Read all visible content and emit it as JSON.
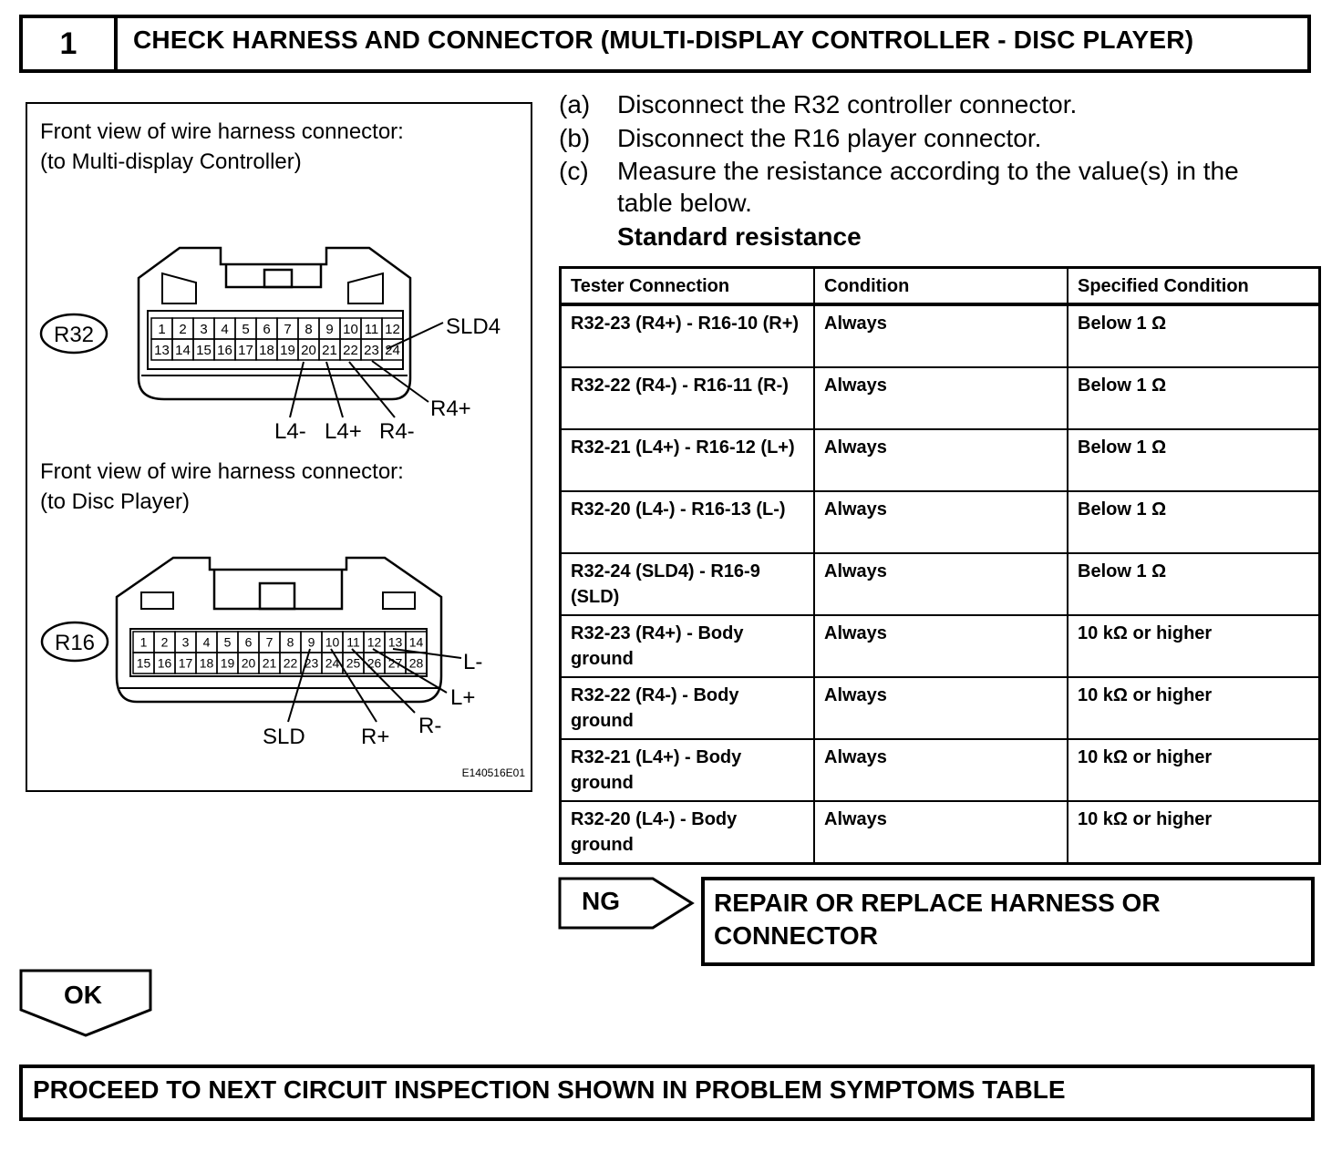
{
  "header": {
    "step_number": "1",
    "title": "CHECK HARNESS AND CONNECTOR (MULTI-DISPLAY CONTROLLER - DISC PLAYER)"
  },
  "figure": {
    "caption1_line1": "Front view of wire harness connector:",
    "caption1_line2": "(to Multi-display Controller)",
    "caption2_line1": "Front view of wire harness connector:",
    "caption2_line2": "(to Disc Player)",
    "connector1": {
      "id": "R32",
      "top_pins": [
        "1",
        "2",
        "3",
        "4",
        "5",
        "6",
        "7",
        "8",
        "9",
        "10",
        "11",
        "12"
      ],
      "bottom_pins": [
        "13",
        "14",
        "15",
        "16",
        "17",
        "18",
        "19",
        "20",
        "21",
        "22",
        "23",
        "24"
      ],
      "labels": {
        "sld4": "SLD4",
        "r4p": "R4+",
        "l4m": "L4-",
        "l4p": "L4+",
        "r4m": "R4-"
      }
    },
    "connector2": {
      "id": "R16",
      "top_pins": [
        "1",
        "2",
        "3",
        "4",
        "5",
        "6",
        "7",
        "8",
        "9",
        "10",
        "11",
        "12",
        "13",
        "14"
      ],
      "bottom_pins": [
        "15",
        "16",
        "17",
        "18",
        "19",
        "20",
        "21",
        "22",
        "23",
        "24",
        "25",
        "26",
        "27",
        "28"
      ],
      "labels": {
        "lm": "L-",
        "lp": "L+",
        "sld": "SLD",
        "rp": "R+",
        "rm": "R-"
      }
    },
    "figure_code": "E140516E01"
  },
  "instructions": [
    {
      "letter": "(a)",
      "text": "Disconnect the R32 controller connector."
    },
    {
      "letter": "(b)",
      "text": "Disconnect the R16 player connector."
    },
    {
      "letter": "(c)",
      "text_line1": "Measure the resistance according to the value(s) in the",
      "text_line2": "table below."
    }
  ],
  "standard_label": "Standard resistance",
  "table": {
    "headers": [
      "Tester Connection",
      "Condition",
      "Specified Condition"
    ],
    "rows": [
      [
        "R32-23 (R4+) - R16-10 (R+)",
        "Always",
        "Below 1 Ω"
      ],
      [
        "R32-22 (R4-) - R16-11 (R-)",
        "Always",
        "Below 1 Ω"
      ],
      [
        "R32-21 (L4+) - R16-12 (L+)",
        "Always",
        "Below 1 Ω"
      ],
      [
        "R32-20 (L4-) - R16-13 (L-)",
        "Always",
        "Below 1 Ω"
      ],
      [
        "R32-24 (SLD4) - R16-9 (SLD)",
        "Always",
        "Below 1 Ω"
      ],
      [
        "R32-23 (R4+) - Body ground",
        "Always",
        "10 kΩ or higher"
      ],
      [
        "R32-22 (R4-) - Body ground",
        "Always",
        "10 kΩ or higher"
      ],
      [
        "R32-21 (L4+) - Body ground",
        "Always",
        "10 kΩ or higher"
      ],
      [
        "R32-20 (L4-) - Body ground",
        "Always",
        "10 kΩ or higher"
      ]
    ]
  },
  "ng": {
    "label": "NG",
    "result_line1": "REPAIR OR REPLACE HARNESS OR",
    "result_line2": "CONNECTOR"
  },
  "ok": {
    "label": "OK"
  },
  "final": "PROCEED TO NEXT CIRCUIT INSPECTION SHOWN IN PROBLEM SYMPTOMS TABLE"
}
